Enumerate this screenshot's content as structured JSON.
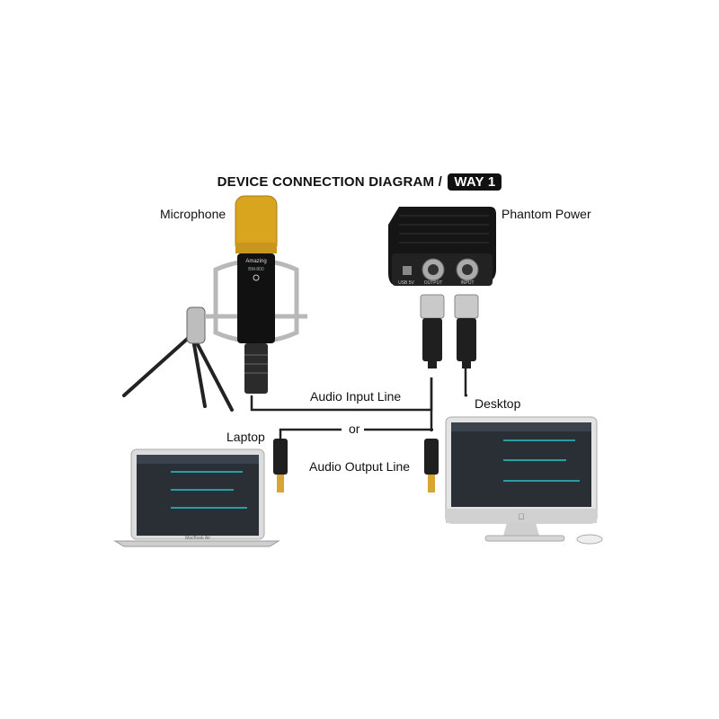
{
  "title": {
    "main": "DEVICE CONNECTION DIAGRAM /",
    "badge": "WAY 1"
  },
  "labels": {
    "microphone": "Microphone",
    "phantom_power": "Phantom Power",
    "audio_input_line": "Audio Input Line",
    "or": "or",
    "desktop": "Desktop",
    "laptop": "Laptop",
    "audio_output_line": "Audio Output Line"
  },
  "device_text": {
    "mic_brand": "Amazing",
    "mic_model": "BM-800",
    "phantom_port_usb": "USB 5V",
    "phantom_port_output": "OUTPUT",
    "phantom_port_input": "INPUT",
    "laptop_brand": "MacBook Air"
  },
  "colors": {
    "mic_gold": "#d9a51f",
    "cable": "#222222",
    "screen_dark": "#2a2f36",
    "accent_teal": "#27c4c9"
  }
}
